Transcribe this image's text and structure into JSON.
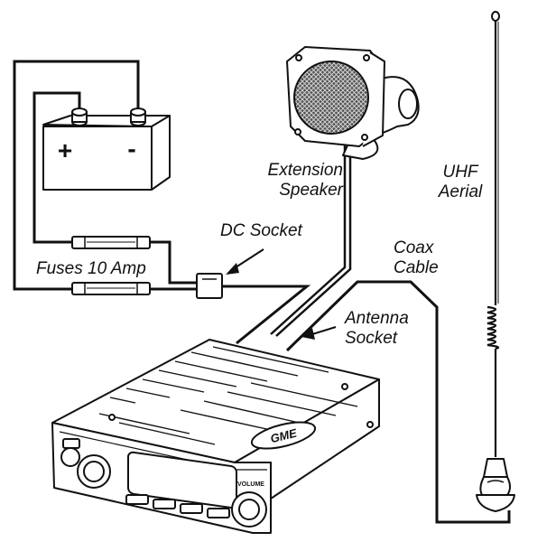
{
  "labels": {
    "extension_speaker": [
      "Extension",
      "Speaker"
    ],
    "uhf_aerial": [
      "UHF",
      "Aerial"
    ],
    "dc_socket": "DC Socket",
    "coax_cable": [
      "Coax",
      "Cable"
    ],
    "fuses": "Fuses 10 Amp",
    "antenna_socket": [
      "Antenna",
      "Socket"
    ]
  },
  "battery": {
    "plus": "+",
    "minus": "-"
  },
  "radio": {
    "brand": "GME",
    "volume": "VOLUME"
  },
  "colors": {
    "line": "#111111",
    "background": "#ffffff"
  }
}
